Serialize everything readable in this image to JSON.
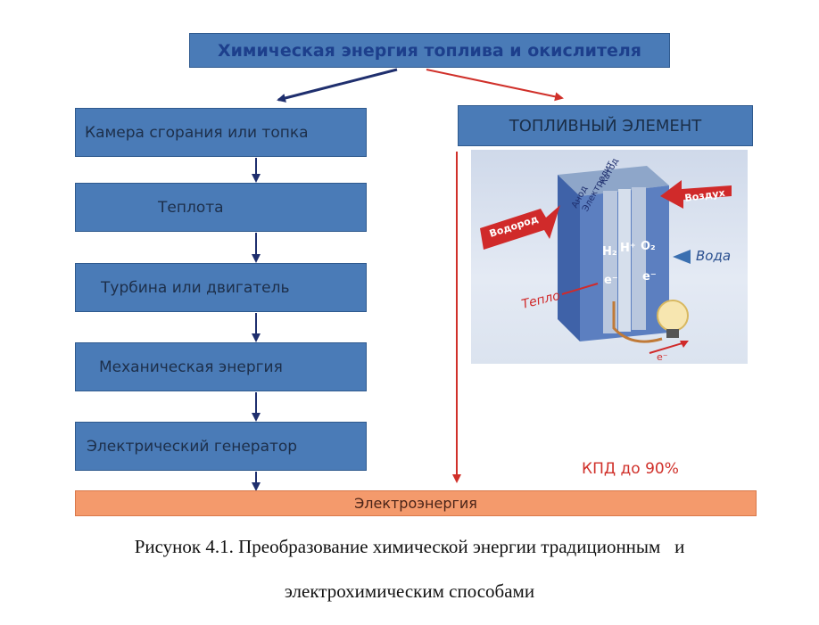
{
  "top_box": "Химическая энергия топлива и окислителя",
  "left_chain": [
    "Камера сгорания или топка",
    "Теплота",
    "Турбина или двигатель",
    "Механическая энергия",
    "Электрический генератор"
  ],
  "fuel_cell": {
    "title": "ТОПЛИВНЫЙ ЭЛЕМЕНТ",
    "labels": {
      "hydrogen": "Водород",
      "air": "Воздух",
      "heat": "Тепло",
      "water": "Вода",
      "anode": "Анод",
      "electrolyte": "Электролит",
      "cathode": "Катод",
      "h2": "H₂",
      "h_plus": "H⁺",
      "o2": "O₂",
      "electron": "e⁻"
    },
    "efficiency": "КПД до 90%"
  },
  "output_bar": "Электроэнергия",
  "caption_line1": "Рисунок 4.1. Преобразование химической энергии традиционным   и",
  "caption_line2": "электрохимическим способами",
  "colors": {
    "box_blue": "#4a7bb7",
    "arrow_navy": "#1f2f6e",
    "arrow_red": "#d0302a",
    "output_orange": "#f49a6c"
  }
}
